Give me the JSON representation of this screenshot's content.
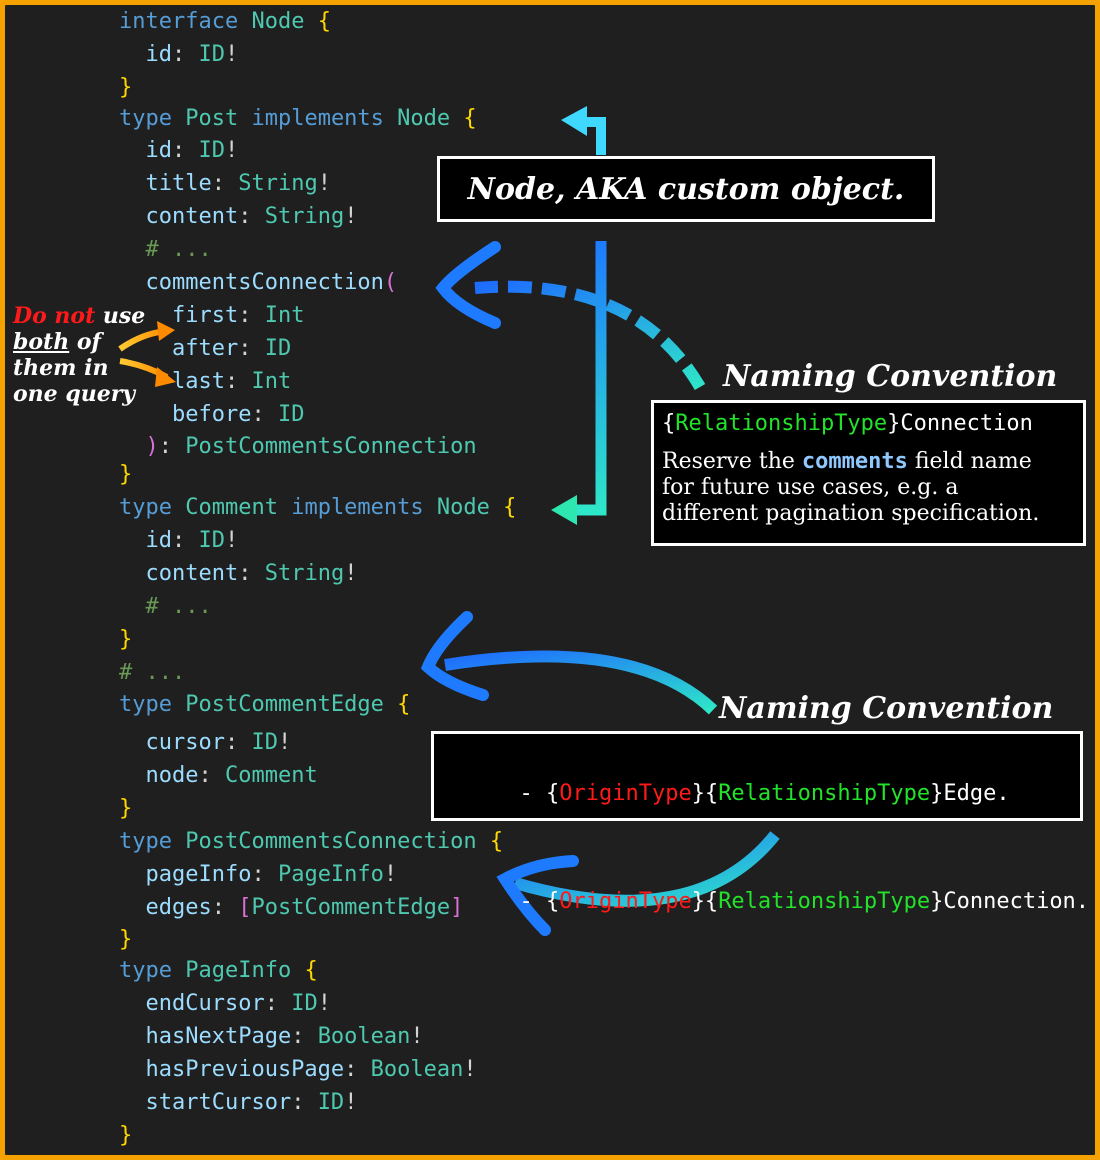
{
  "code_lines": [
    [
      [
        "kw",
        "interface "
      ],
      [
        "ty",
        "Node "
      ],
      [
        "br",
        "{"
      ]
    ],
    [
      [
        "fd",
        "  id"
      ],
      [
        "pn",
        ": "
      ],
      [
        "ty",
        "ID"
      ],
      [
        "pn",
        "!"
      ]
    ],
    [
      [
        "br",
        "}"
      ]
    ],
    [
      [
        "kw",
        "type "
      ],
      [
        "ty",
        "Post "
      ],
      [
        "kw",
        "implements "
      ],
      [
        "ty",
        "Node "
      ],
      [
        "br",
        "{"
      ]
    ],
    [
      [
        "fd",
        "  id"
      ],
      [
        "pn",
        ": "
      ],
      [
        "ty",
        "ID"
      ],
      [
        "pn",
        "!"
      ]
    ],
    [
      [
        "fd",
        "  title"
      ],
      [
        "pn",
        ": "
      ],
      [
        "ty",
        "String"
      ],
      [
        "pn",
        "!"
      ]
    ],
    [
      [
        "fd",
        "  content"
      ],
      [
        "pn",
        ": "
      ],
      [
        "ty",
        "String"
      ],
      [
        "pn",
        "!"
      ]
    ],
    [
      [
        "cm",
        "  # ..."
      ]
    ],
    [
      [
        "fd",
        "  commentsConnection"
      ],
      [
        "pb",
        "("
      ]
    ],
    [
      [
        "fd",
        "    first"
      ],
      [
        "pn",
        ": "
      ],
      [
        "ty",
        "Int"
      ]
    ],
    [
      [
        "fd",
        "    after"
      ],
      [
        "pn",
        ": "
      ],
      [
        "ty",
        "ID"
      ]
    ],
    [
      [
        "fd",
        "    last"
      ],
      [
        "pn",
        ": "
      ],
      [
        "ty",
        "Int"
      ]
    ],
    [
      [
        "fd",
        "    before"
      ],
      [
        "pn",
        ": "
      ],
      [
        "ty",
        "ID"
      ]
    ],
    [
      [
        "pb",
        "  )"
      ],
      [
        "pn",
        ": "
      ],
      [
        "ty",
        "PostCommentsConnection"
      ]
    ],
    [
      [
        "br",
        "}"
      ]
    ],
    [
      [
        "kw",
        "type "
      ],
      [
        "ty",
        "Comment "
      ],
      [
        "kw",
        "implements "
      ],
      [
        "ty",
        "Node "
      ],
      [
        "br",
        "{"
      ]
    ],
    [
      [
        "fd",
        "  id"
      ],
      [
        "pn",
        ": "
      ],
      [
        "ty",
        "ID"
      ],
      [
        "pn",
        "!"
      ]
    ],
    [
      [
        "fd",
        "  content"
      ],
      [
        "pn",
        ": "
      ],
      [
        "ty",
        "String"
      ],
      [
        "pn",
        "!"
      ]
    ],
    [
      [
        "cm",
        "  # ..."
      ]
    ],
    [
      [
        "br",
        "}"
      ]
    ],
    [
      [
        "cm",
        "# ..."
      ]
    ],
    [
      [
        "kw",
        "type "
      ],
      [
        "ty",
        "PostCommentEdge "
      ],
      [
        "br",
        "{"
      ]
    ],
    [
      [
        "fd",
        "  cursor"
      ],
      [
        "pn",
        ": "
      ],
      [
        "ty",
        "ID"
      ],
      [
        "pn",
        "!"
      ]
    ],
    [
      [
        "fd",
        "  node"
      ],
      [
        "pn",
        ": "
      ],
      [
        "ty",
        "Comment"
      ]
    ],
    [
      [
        "br",
        "}"
      ]
    ],
    [
      [
        "kw",
        "type "
      ],
      [
        "ty",
        "PostCommentsConnection "
      ],
      [
        "br",
        "{"
      ]
    ],
    [
      [
        "fd",
        "  pageInfo"
      ],
      [
        "pn",
        ": "
      ],
      [
        "ty",
        "PageInfo"
      ],
      [
        "pn",
        "!"
      ]
    ],
    [
      [
        "fd",
        "  edges"
      ],
      [
        "pn",
        ": "
      ],
      [
        "pb",
        "["
      ],
      [
        "ty",
        "PostCommentEdge"
      ],
      [
        "pb",
        "]"
      ]
    ],
    [
      [
        "br",
        "}"
      ]
    ],
    [
      [
        "kw",
        "type "
      ],
      [
        "ty",
        "PageInfo "
      ],
      [
        "br",
        "{"
      ]
    ],
    [
      [
        "fd",
        "  endCursor"
      ],
      [
        "pn",
        ": "
      ],
      [
        "ty",
        "ID"
      ],
      [
        "pn",
        "!"
      ]
    ],
    [
      [
        "fd",
        "  hasNextPage"
      ],
      [
        "pn",
        ": "
      ],
      [
        "ty",
        "Boolean"
      ],
      [
        "pn",
        "!"
      ]
    ],
    [
      [
        "fd",
        "  hasPreviousPage"
      ],
      [
        "pn",
        ": "
      ],
      [
        "ty",
        "Boolean"
      ],
      [
        "pn",
        "!"
      ]
    ],
    [
      [
        "fd",
        "  startCursor"
      ],
      [
        "pn",
        ": "
      ],
      [
        "ty",
        "ID"
      ],
      [
        "pn",
        "!"
      ]
    ],
    [
      [
        "br",
        "}"
      ]
    ]
  ],
  "node_callout": "Node, AKA custom object.",
  "pagination_note": {
    "do_not": "Do not",
    "use": " use",
    "both": "both",
    "of": " of",
    "them_in": "them in",
    "one_query": "one query"
  },
  "naming1": {
    "title": "Naming Convention",
    "open": "{",
    "rel": "RelationshipType",
    "close_suffix": "}Connection",
    "desc_a": "Reserve the ",
    "desc_kw": "comments",
    "desc_b": " field name",
    "desc_line2": "for future use cases, e.g. a",
    "desc_line3": "different pagination specification."
  },
  "naming2": {
    "title": "Naming Convention",
    "items": [
      {
        "dash": "- ",
        "o1": "{",
        "origin": "OriginType",
        "mid": "}{",
        "rel": "RelationshipType",
        "suffix": "}Edge."
      },
      {
        "dash": "- ",
        "o1": "{",
        "origin": "OriginType",
        "mid": "}{",
        "rel": "RelationshipType",
        "suffix": "}Connection."
      }
    ]
  }
}
